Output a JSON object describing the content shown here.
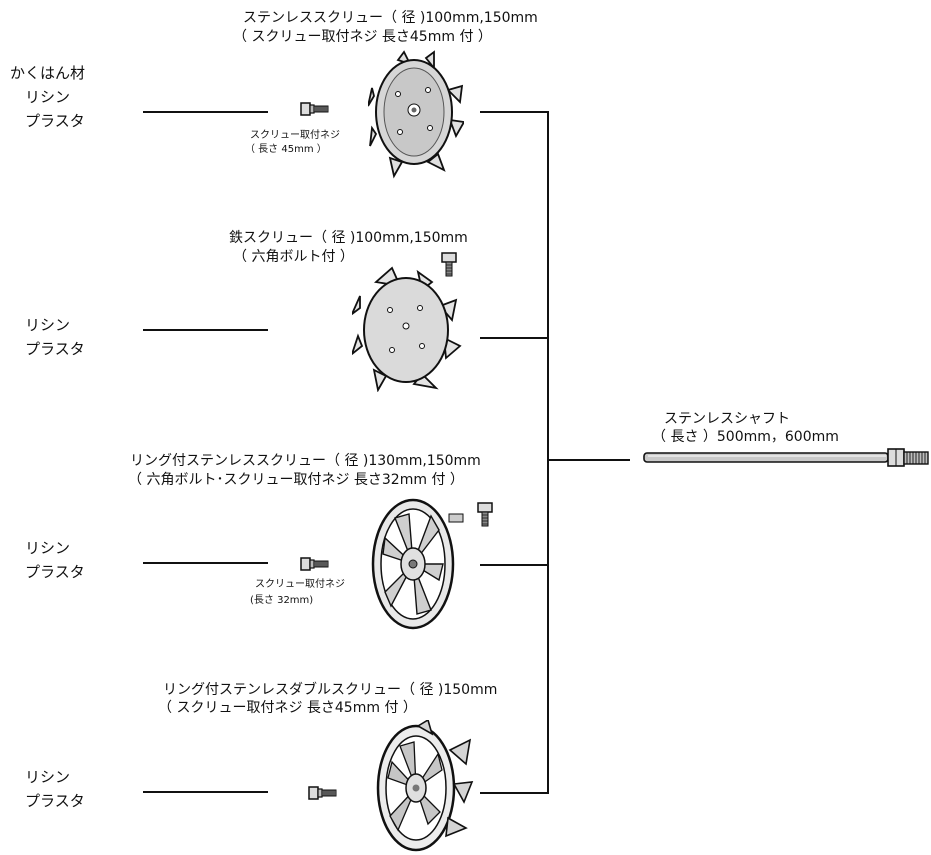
{
  "header_label": "かくはん材",
  "material_labels": {
    "line1": "リシン",
    "line2": "プラスタ"
  },
  "screws": [
    {
      "title": "ステンレススクリュー（ 径 )100mm,150mm",
      "subtitle": "（ スクリュー取付ネジ 長さ45mm 付 ）",
      "fastener_caption_1": "スクリュー取付ネジ",
      "fastener_caption_2": "（ 長さ 45mm ）"
    },
    {
      "title": "鉄スクリュー（ 径 )100mm,150mm",
      "subtitle": "（ 六角ボルト付 ）"
    },
    {
      "title": "リング付ステンレススクリュー（ 径 )130mm,150mm",
      "subtitle": "（ 六角ボルト･スクリュー取付ネジ 長さ32mm 付 ）",
      "fastener_caption_1": "スクリュー取付ネジ",
      "fastener_caption_2": "(長さ 32mm)"
    },
    {
      "title": "リング付ステンレスダブルスクリュー（ 径 )150mm",
      "subtitle": "（ スクリュー取付ネジ 長さ45mm 付 ）"
    }
  ],
  "shaft": {
    "title": "ステンレスシャフト",
    "subtitle": "（ 長さ ）500mm，600mm"
  }
}
